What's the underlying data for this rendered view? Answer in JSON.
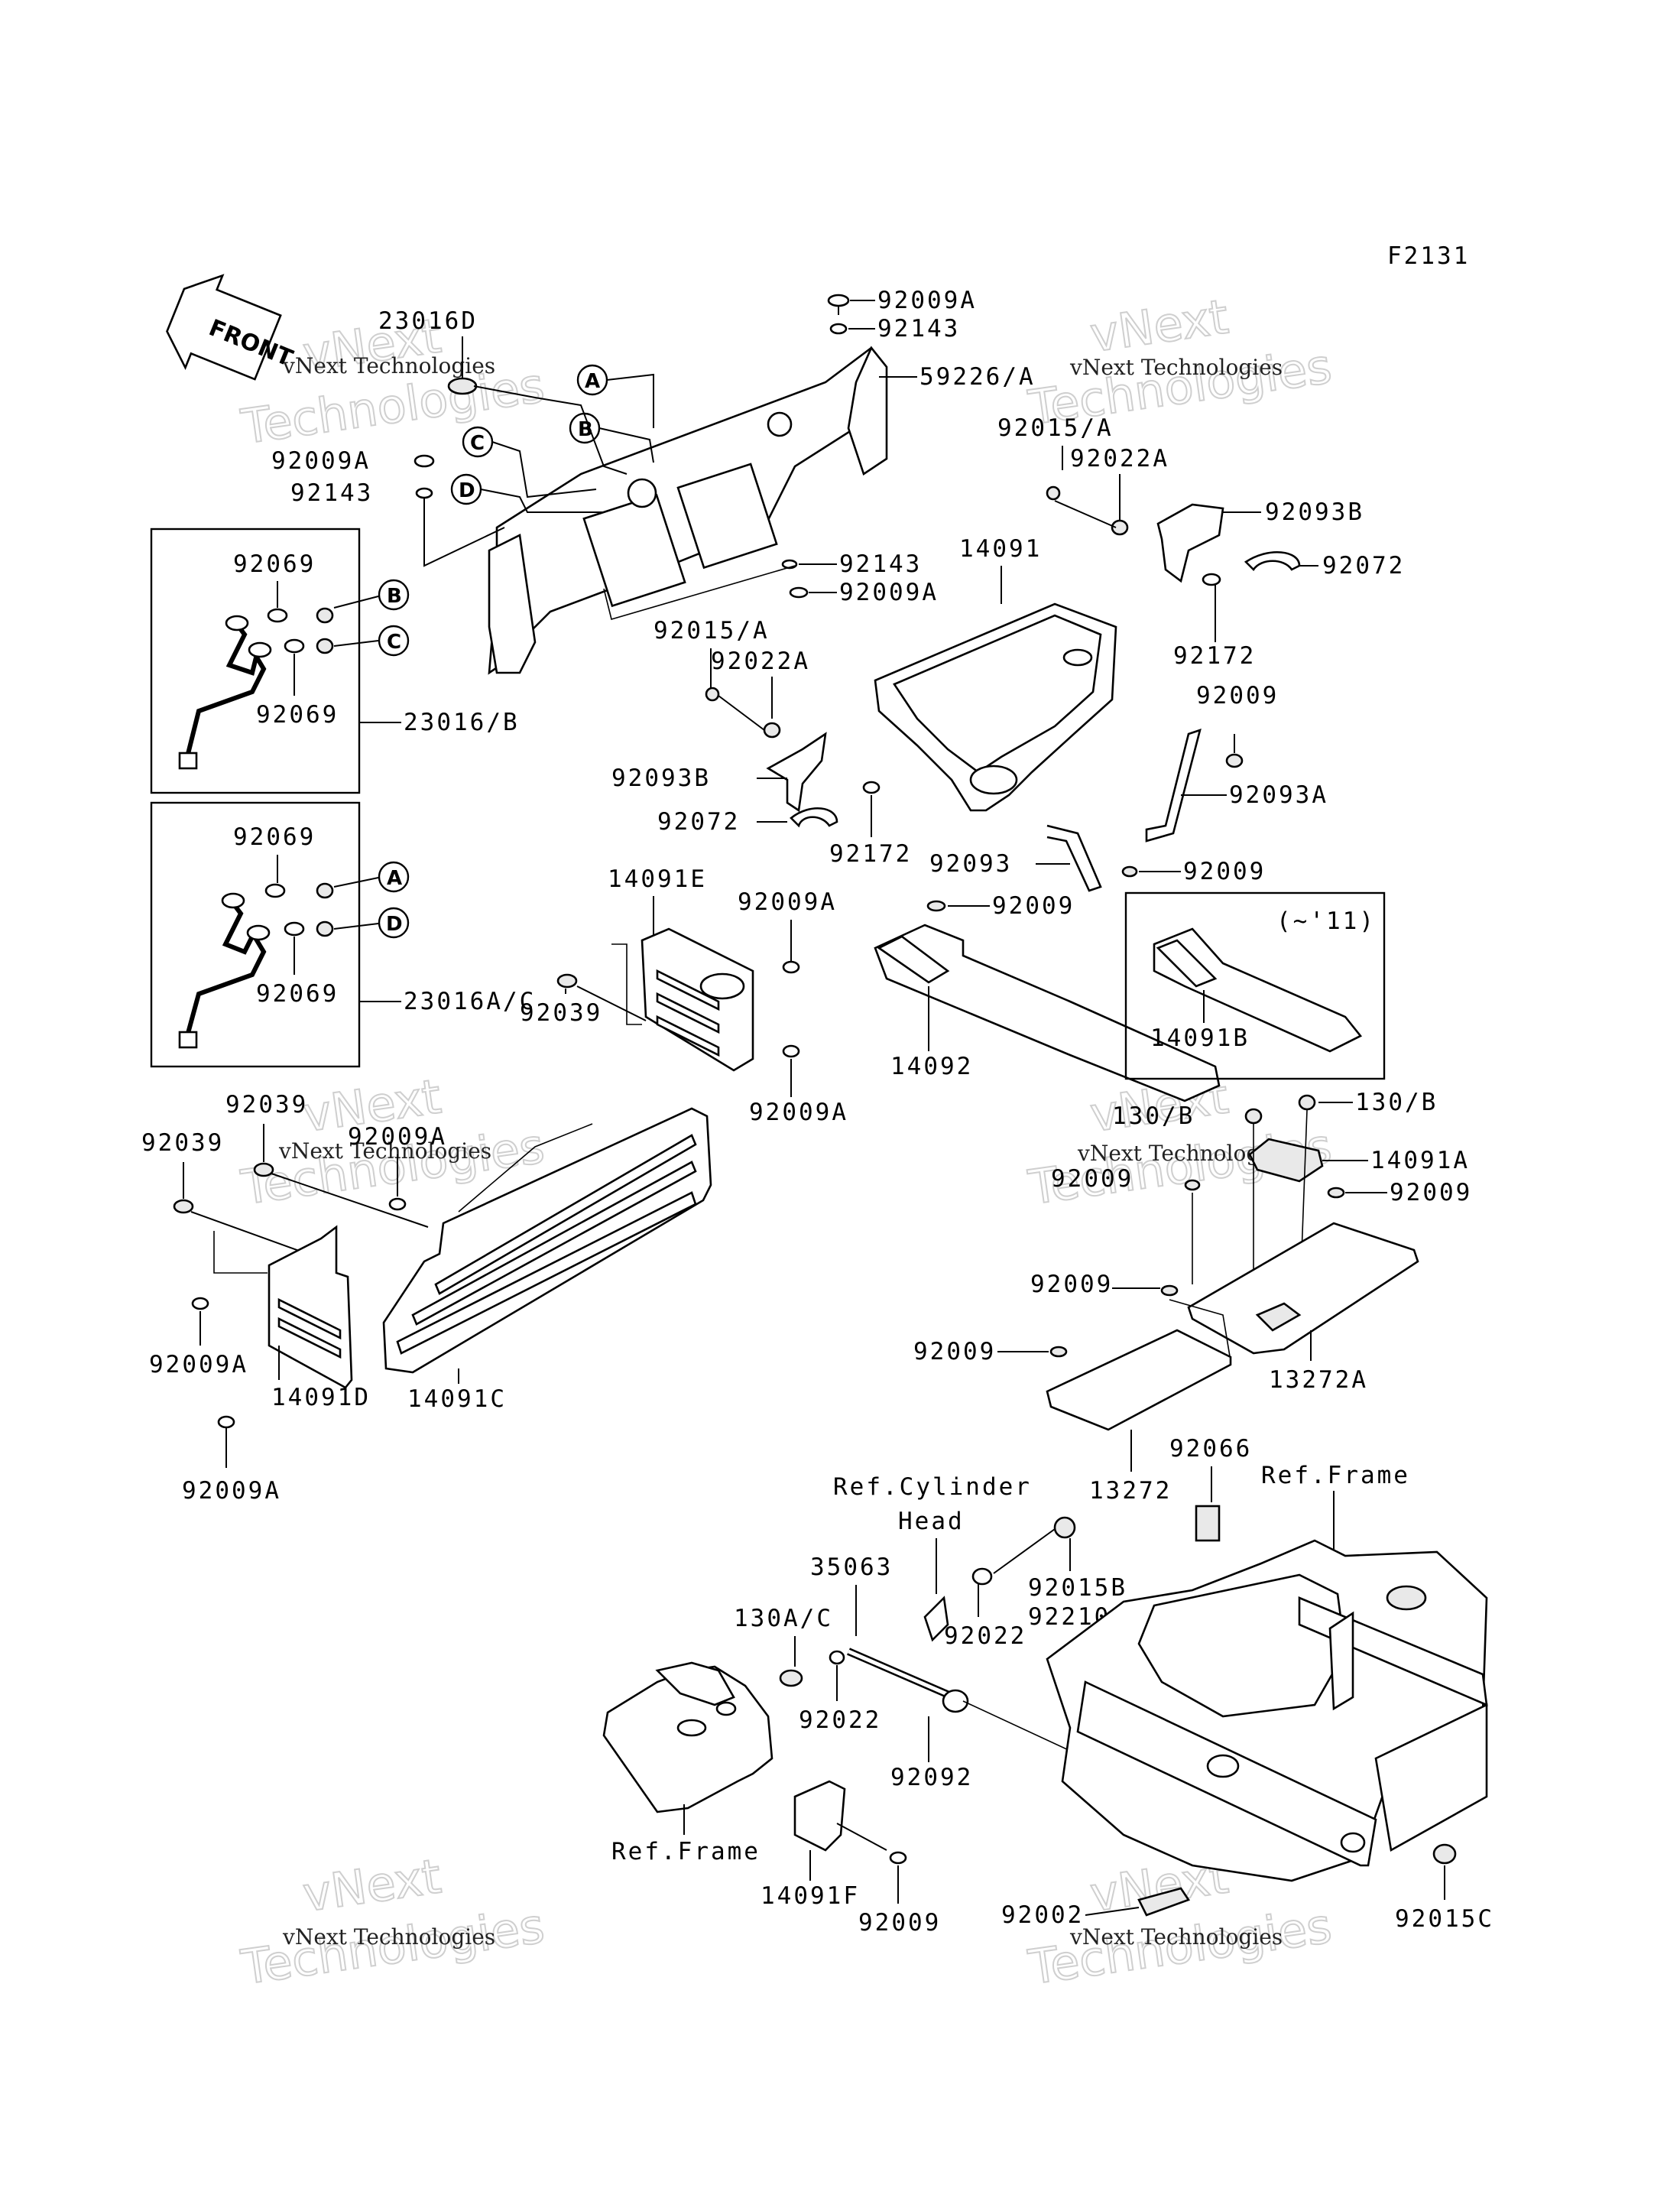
{
  "diagram_code": "F2131",
  "front_arrow_label": "FRONT",
  "inset_label": "(~'11)",
  "watermark": {
    "company": "vNext Technologies",
    "brand_top": "vNext",
    "brand_bottom": "Technologies"
  },
  "callouts": {
    "A": "A",
    "B": "B",
    "C": "C",
    "D": "D"
  },
  "labels": {
    "l_23016D": "23016D",
    "l_92009A_top": "92009A",
    "l_92143_top": "92143",
    "l_59226A": "59226/A",
    "l_92009A_left": "92009A",
    "l_92143_left": "92143",
    "l_92015A_r": "92015/A",
    "l_92022A_r": "92022A",
    "l_92093B_r": "92093B",
    "l_92072_r": "92072",
    "l_14091": "14091",
    "l_92143_mid": "92143",
    "l_92009A_mid": "92009A",
    "l_92172_r": "92172",
    "l_92069_1": "92069",
    "l_92069_2": "92069",
    "l_23016B": "23016/B",
    "l_92015A_m": "92015/A",
    "l_92022A_m": "92022A",
    "l_92009_r1": "92009",
    "l_92093B_m": "92093B",
    "l_92093A": "92093A",
    "l_92072_m": "92072",
    "l_92172_m": "92172",
    "l_92093": "92093",
    "l_92009_r2": "92009",
    "l_92069_3": "92069",
    "l_92069_4": "92069",
    "l_23016AC": "23016A/C",
    "l_14091E": "14091E",
    "l_92009A_e": "92009A",
    "l_92009_14092": "92009",
    "l_92039_e": "92039",
    "l_14092": "14092",
    "l_14091B": "14091B",
    "l_92009A_e2": "92009A",
    "l_92039_1": "92039",
    "l_92039_2": "92039",
    "l_92009A_c": "92009A",
    "l_130B_1": "130/B",
    "l_130B_2": "130/B",
    "l_14091A": "14091A",
    "l_92009_a1": "92009",
    "l_92009_a2": "92009",
    "l_92009_a3": "92009",
    "l_92009_a4": "92009",
    "l_13272A": "13272A",
    "l_92009A_d1": "92009A",
    "l_14091D": "14091D",
    "l_14091C": "14091C",
    "l_92009A_d2": "92009A",
    "l_13272": "13272",
    "l_92066": "92066",
    "l_ref_frame_r": "Ref.Frame",
    "l_ref_cyl_1": "Ref.Cylinder",
    "l_ref_cyl_2": "Head",
    "l_35063": "35063",
    "l_92015B": "92015B",
    "l_92210": "92210",
    "l_130AC": "130A/C",
    "l_92022_1": "92022",
    "l_92022_2": "92022",
    "l_92092": "92092",
    "l_ref_frame_l": "Ref.Frame",
    "l_14091F": "14091F",
    "l_92009_f": "92009",
    "l_92002": "92002",
    "l_92015C": "92015C"
  }
}
